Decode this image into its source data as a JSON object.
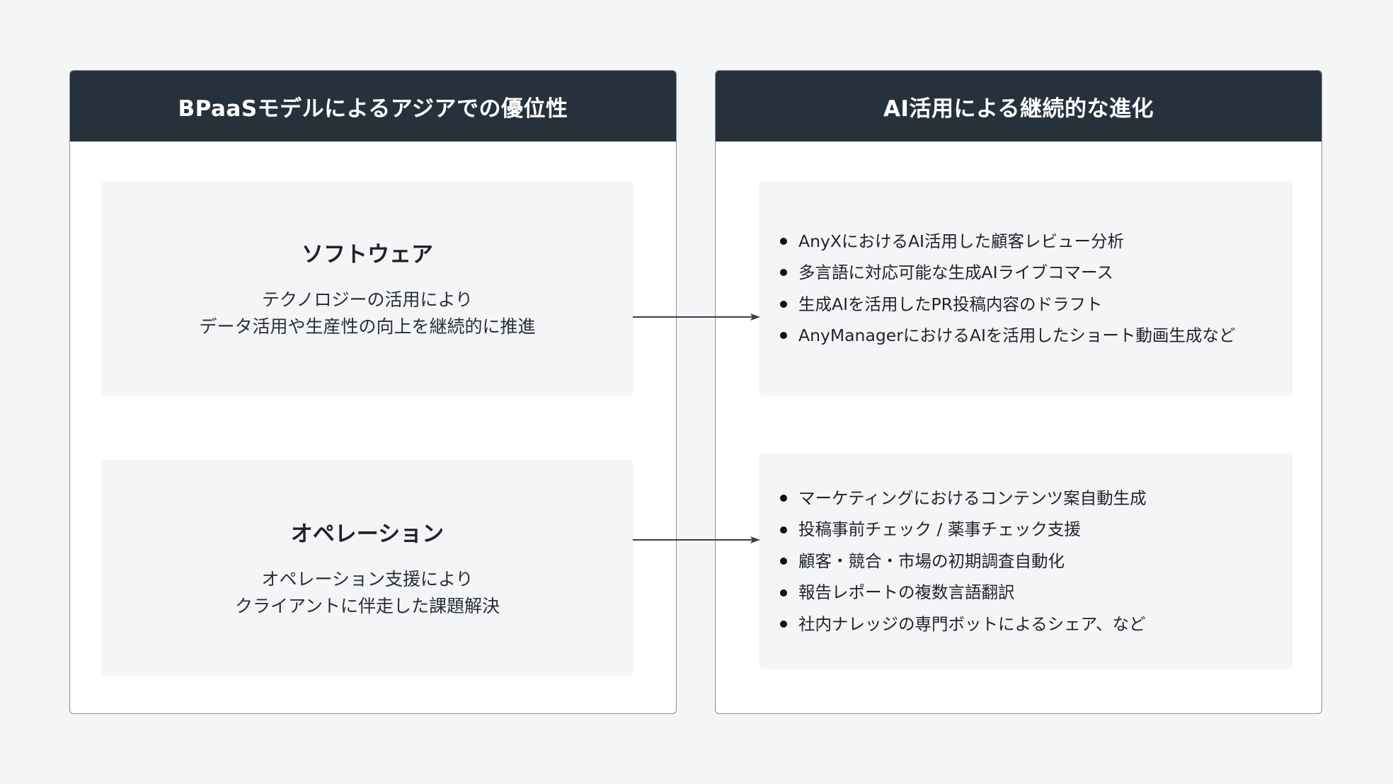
{
  "left_panel": {
    "title": "BPaaSモデルによるアジアでの優位性",
    "software": {
      "title": "ソフトウェア",
      "desc_line1": "テクノロジーの活用により",
      "desc_line2": "データ活用や生産性の向上を継続的に推進"
    },
    "plus_icon": "plus-icon",
    "operation": {
      "title": "オペレーション",
      "desc_line1": "オペレーション支援により",
      "desc_line2": "クライアントに伴走した課題解決"
    }
  },
  "right_panel": {
    "title": "AI活用による継続的な進化",
    "software_items": [
      "AnyXにおけるAI活用した顧客レビュー分析",
      "多言語に対応可能な生成AIライブコマース",
      "生成AIを活用したPR投稿内容のドラフト",
      "AnyManagerにおけるAIを活用したショート動画生成など"
    ],
    "operation_items": [
      "マーケティングにおけるコンテンツ案自動生成",
      "投稿事前チェック / 薬事チェック支援",
      "顧客・競合・市場の初期調査自動化",
      "報告レポートの複数言語翻訳",
      "社内ナレッジの専門ボットによるシェア、など"
    ]
  },
  "colors": {
    "header": "#27313c",
    "background": "#f4f5f7",
    "box": "#f4f5f7",
    "arrow": "#3a3f45"
  }
}
